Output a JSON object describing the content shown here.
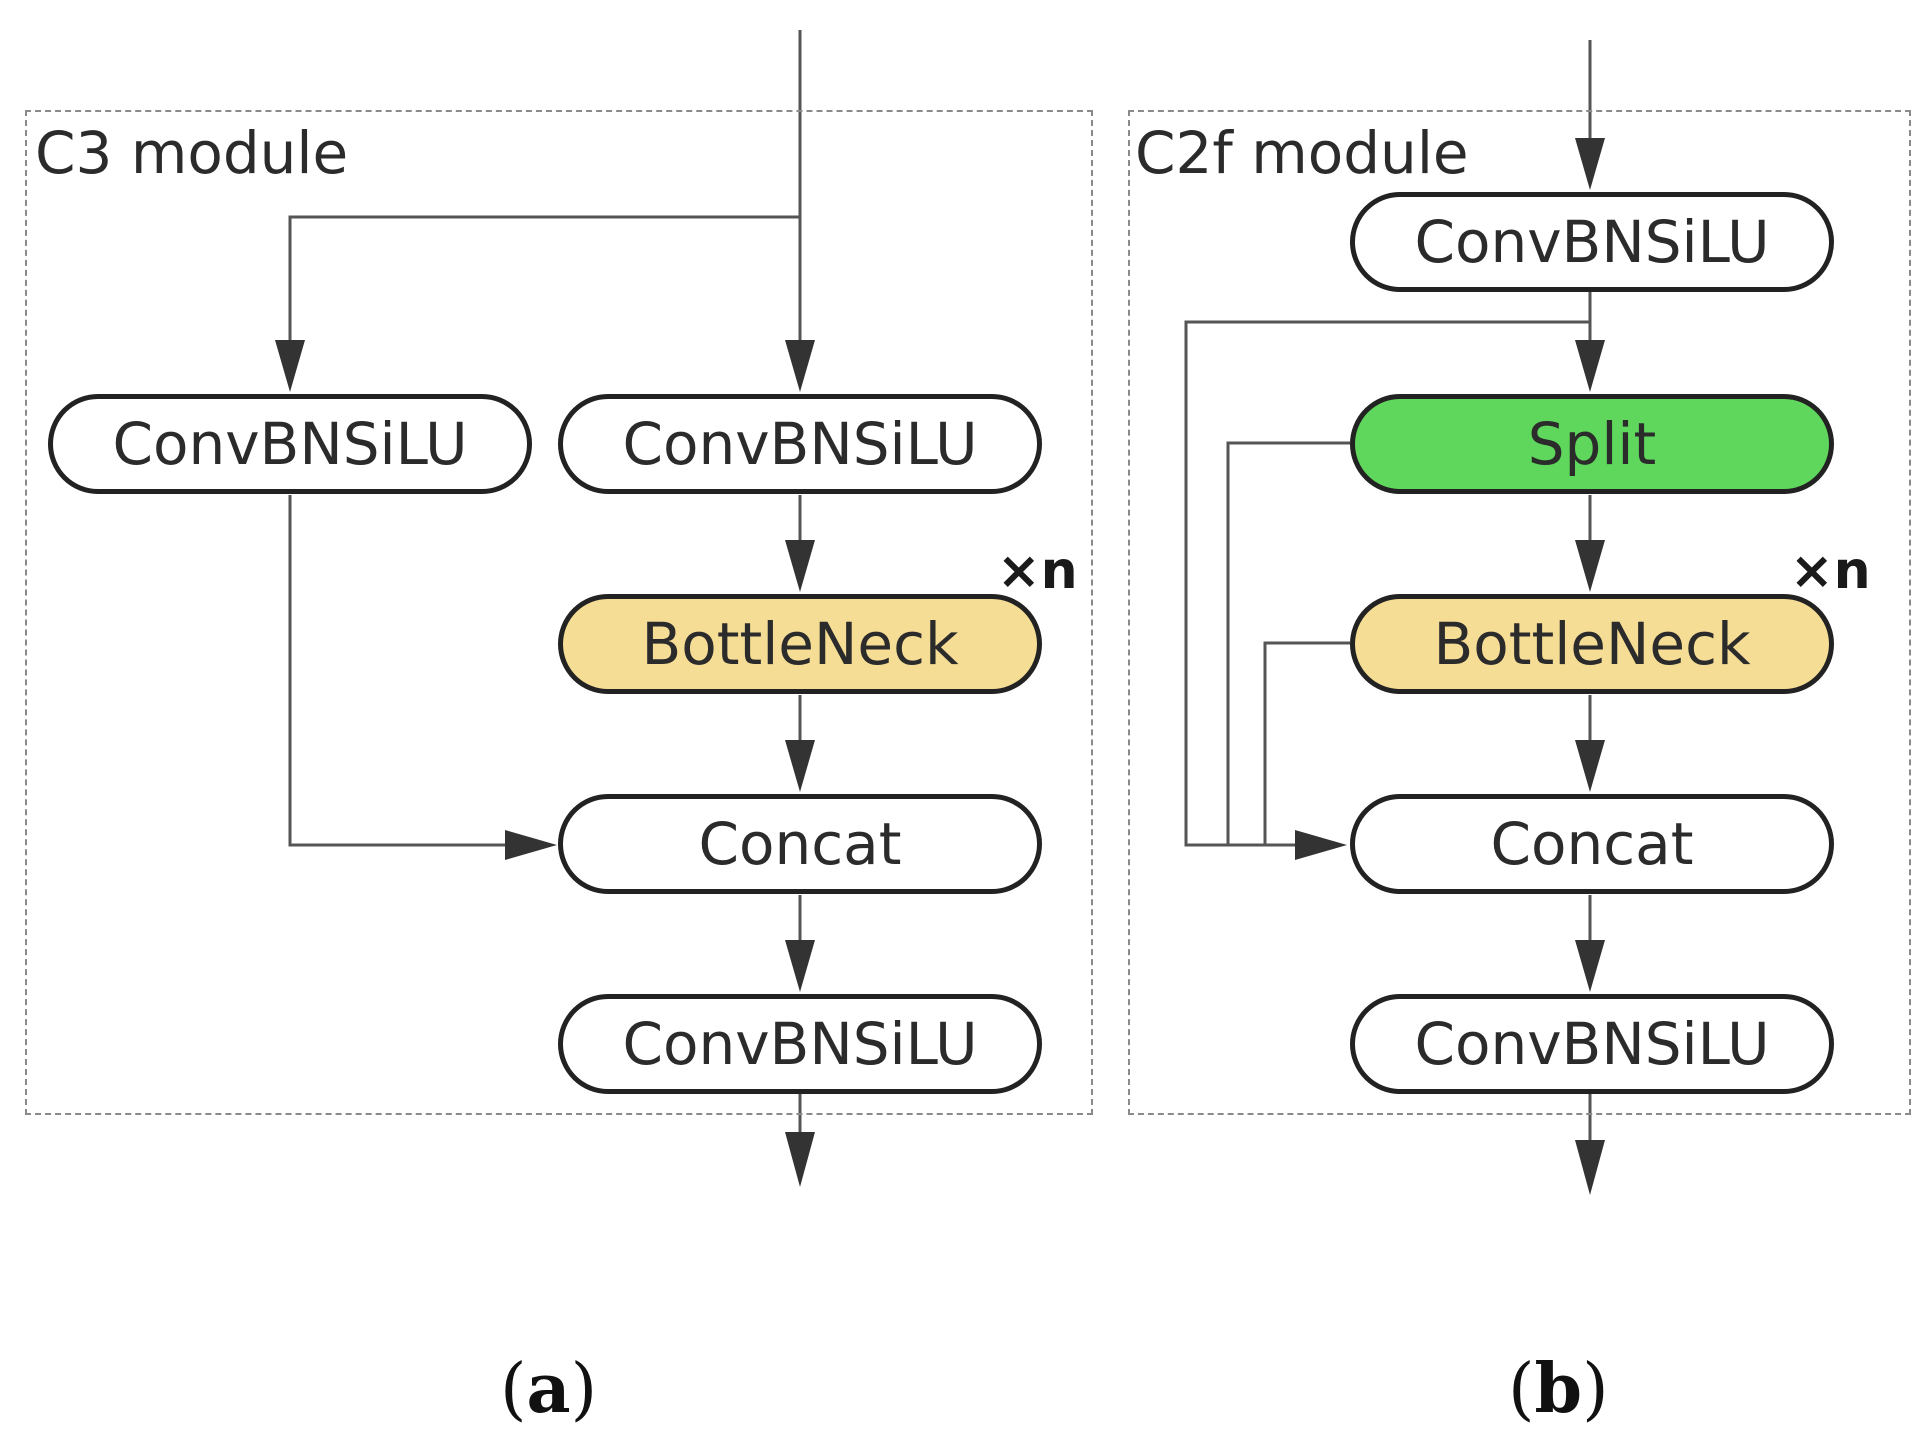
{
  "panels": [
    {
      "id": "a",
      "title": "C3 module",
      "repeat_label": "×n",
      "caption_letter": "a",
      "nodes": [
        "ConvBNSiLU",
        "ConvBNSiLU",
        "BottleNeck",
        "Concat",
        "ConvBNSiLU"
      ]
    },
    {
      "id": "b",
      "title": "C2f module",
      "repeat_label": "×n",
      "caption_letter": "b",
      "nodes": [
        "ConvBNSiLU",
        "Split",
        "BottleNeck",
        "Concat",
        "ConvBNSiLU"
      ]
    }
  ],
  "colors": {
    "bottleneck_fill": "#f6dd95",
    "split_fill": "#5fd65c",
    "line": "#555555",
    "frame_border": "#8a8a8a"
  }
}
